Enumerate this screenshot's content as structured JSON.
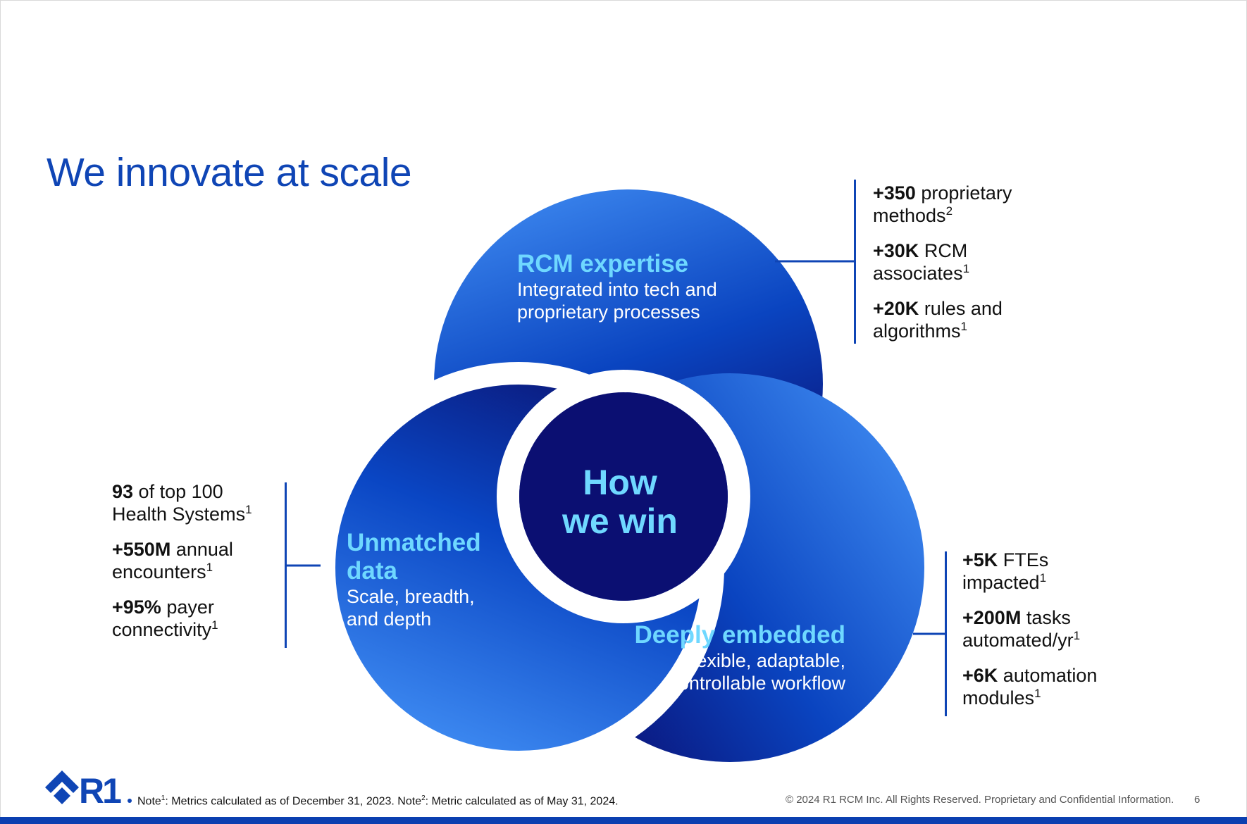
{
  "title": "We innovate at scale",
  "colors": {
    "brand_blue": "#0f45b5",
    "accent_cyan": "#6fd8ff",
    "circle_light": "#3c87f0",
    "circle_mid": "#0a44c0",
    "circle_dark": "#0b0f72",
    "center_fill": "#0b0f72"
  },
  "center": {
    "label": "How\nwe win"
  },
  "circles": {
    "top": {
      "heading": "RCM expertise",
      "sub": [
        "Integrated into tech and",
        "proprietary processes"
      ]
    },
    "left": {
      "heading": [
        "Unmatched",
        "data"
      ],
      "sub": [
        "Scale, breadth,",
        "and depth"
      ]
    },
    "right": {
      "heading": "Deeply embedded",
      "sub": [
        "Flexible, adaptable,",
        "controllable workflow"
      ]
    }
  },
  "stats": {
    "top_right": [
      {
        "bold": "+350",
        "text": " proprietary",
        "line2": "methods",
        "sup": "2"
      },
      {
        "bold": "+30K",
        "text": " RCM",
        "line2": "associates",
        "sup": "1"
      },
      {
        "bold": "+20K",
        "text": " rules and",
        "line2": "algorithms",
        "sup": "1"
      }
    ],
    "left": [
      {
        "bold": "93",
        "text": " of top 100",
        "line2": "Health Systems",
        "sup": "1"
      },
      {
        "bold": "+550M",
        "text": " annual",
        "line2": "encounters",
        "sup": "1"
      },
      {
        "bold": "+95%",
        "text": " payer",
        "line2": "connectivity",
        "sup": "1"
      }
    ],
    "bottom_right": [
      {
        "bold": "+5K",
        "text": " FTEs",
        "line2": "impacted",
        "sup": "1"
      },
      {
        "bold": "+200M",
        "text": " tasks",
        "line2": "automated/yr",
        "sup": "1"
      },
      {
        "bold": "+6K",
        "text": " automation",
        "line2": "modules",
        "sup": "1"
      }
    ]
  },
  "footer": {
    "note_prefix": "Note",
    "note1_sup": "1",
    "note1_text": ": Metrics calculated as of December 31, 2023. Note",
    "note2_sup": "2",
    "note2_text": ": Metric calculated as of May 31, 2024.",
    "copyright": "© 2024 R1 RCM Inc. All Rights Reserved. Proprietary and Confidential Information.",
    "page_number": "6"
  },
  "logo": {
    "text": "R1",
    "icon": "diamond-arrow-logo-icon"
  }
}
